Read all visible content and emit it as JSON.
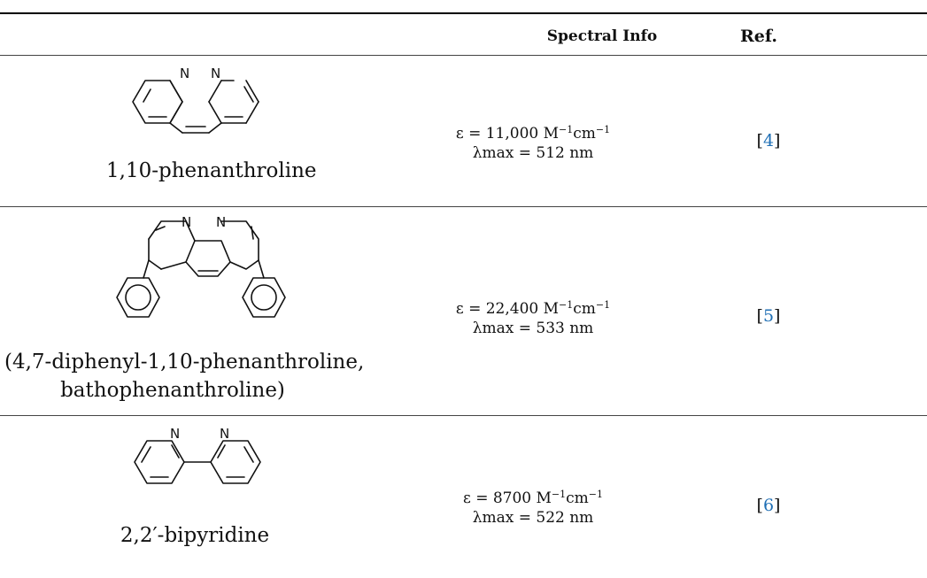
{
  "header": {
    "spectral_info": "Spectral Info",
    "ref": "Ref."
  },
  "rows": [
    {
      "name": "1,10-phenanthroline",
      "epsilon_prefix": "ε = 11,000 M",
      "epsilon_exp1": "−1",
      "epsilon_unit2": "cm",
      "epsilon_exp2": "−1",
      "lambda": "λmax = 512 nm",
      "ref_open": "[",
      "ref_num": "4",
      "ref_close": "]"
    },
    {
      "name_line1": "(4,7-diphenyl-1,10-phenanthroline,",
      "name_line2": "bathophenanthroline)",
      "epsilon_prefix": "ε = 22,400 M",
      "epsilon_exp1": "−1",
      "epsilon_unit2": "cm",
      "epsilon_exp2": "−1",
      "lambda": "λmax = 533 nm",
      "ref_open": "[",
      "ref_num": "5",
      "ref_close": "]"
    },
    {
      "name": "2,2′-bipyridine",
      "epsilon_prefix": "ε = 8700 M",
      "epsilon_exp1": "−1",
      "epsilon_unit2": "cm",
      "epsilon_exp2": "−1",
      "lambda": "λmax = 522 nm",
      "ref_open": "[",
      "ref_num": "6",
      "ref_close": "]"
    }
  ],
  "atom_label": "N"
}
